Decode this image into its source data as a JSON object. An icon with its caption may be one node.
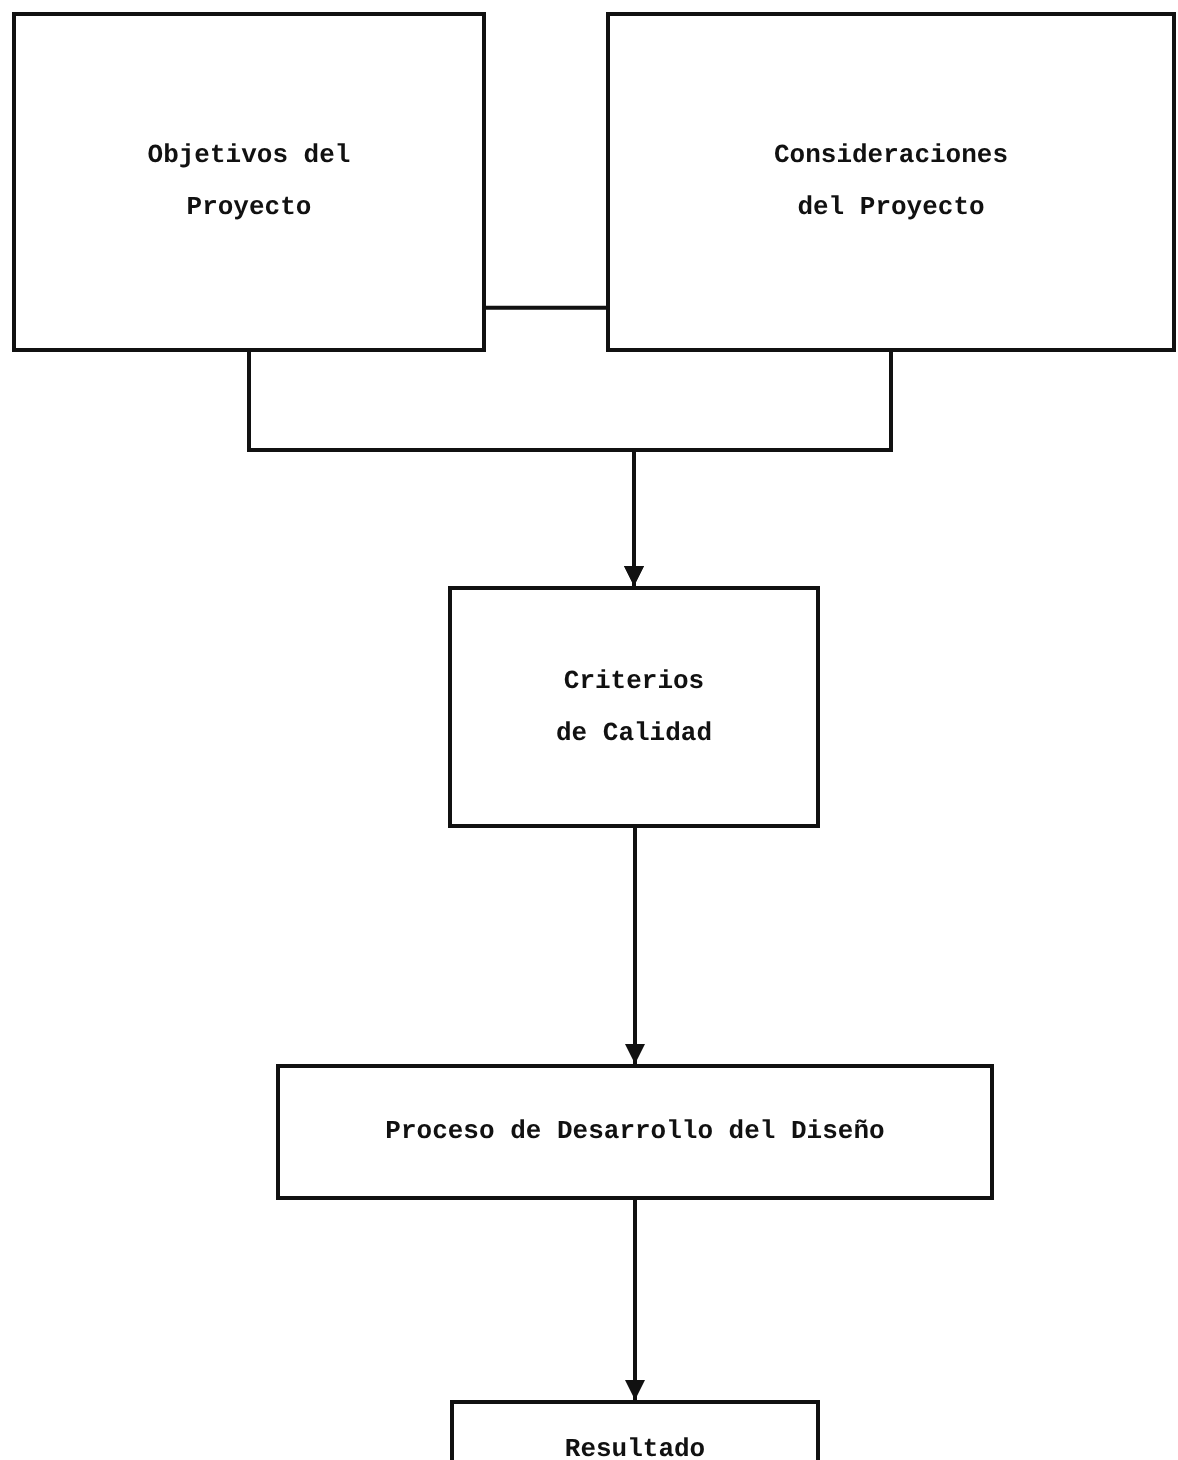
{
  "diagram": {
    "nodes": [
      {
        "text": [
          "Objetivos del Proyecto"
        ]
      },
      {
        "text": [
          "Consideraciones del Proyecto"
        ]
      },
      {
        "text": [
          "Criterios de Calidad"
        ]
      },
      {
        "text": [
          "Proceso de Desarrollo del Diseño"
        ]
      },
      {
        "text": [
          "Resultado"
        ]
      }
    ],
    "edges": [
      {
        "from": 0,
        "to": 1,
        "arrow": "none"
      },
      {
        "from": 0,
        "to": 2,
        "arrow": "to"
      },
      {
        "from": 1,
        "to": 2,
        "arrow": "to"
      },
      {
        "from": 2,
        "to": 3,
        "arrow": "to"
      },
      {
        "from": 3,
        "to": 4,
        "arrow": "to"
      }
    ]
  }
}
